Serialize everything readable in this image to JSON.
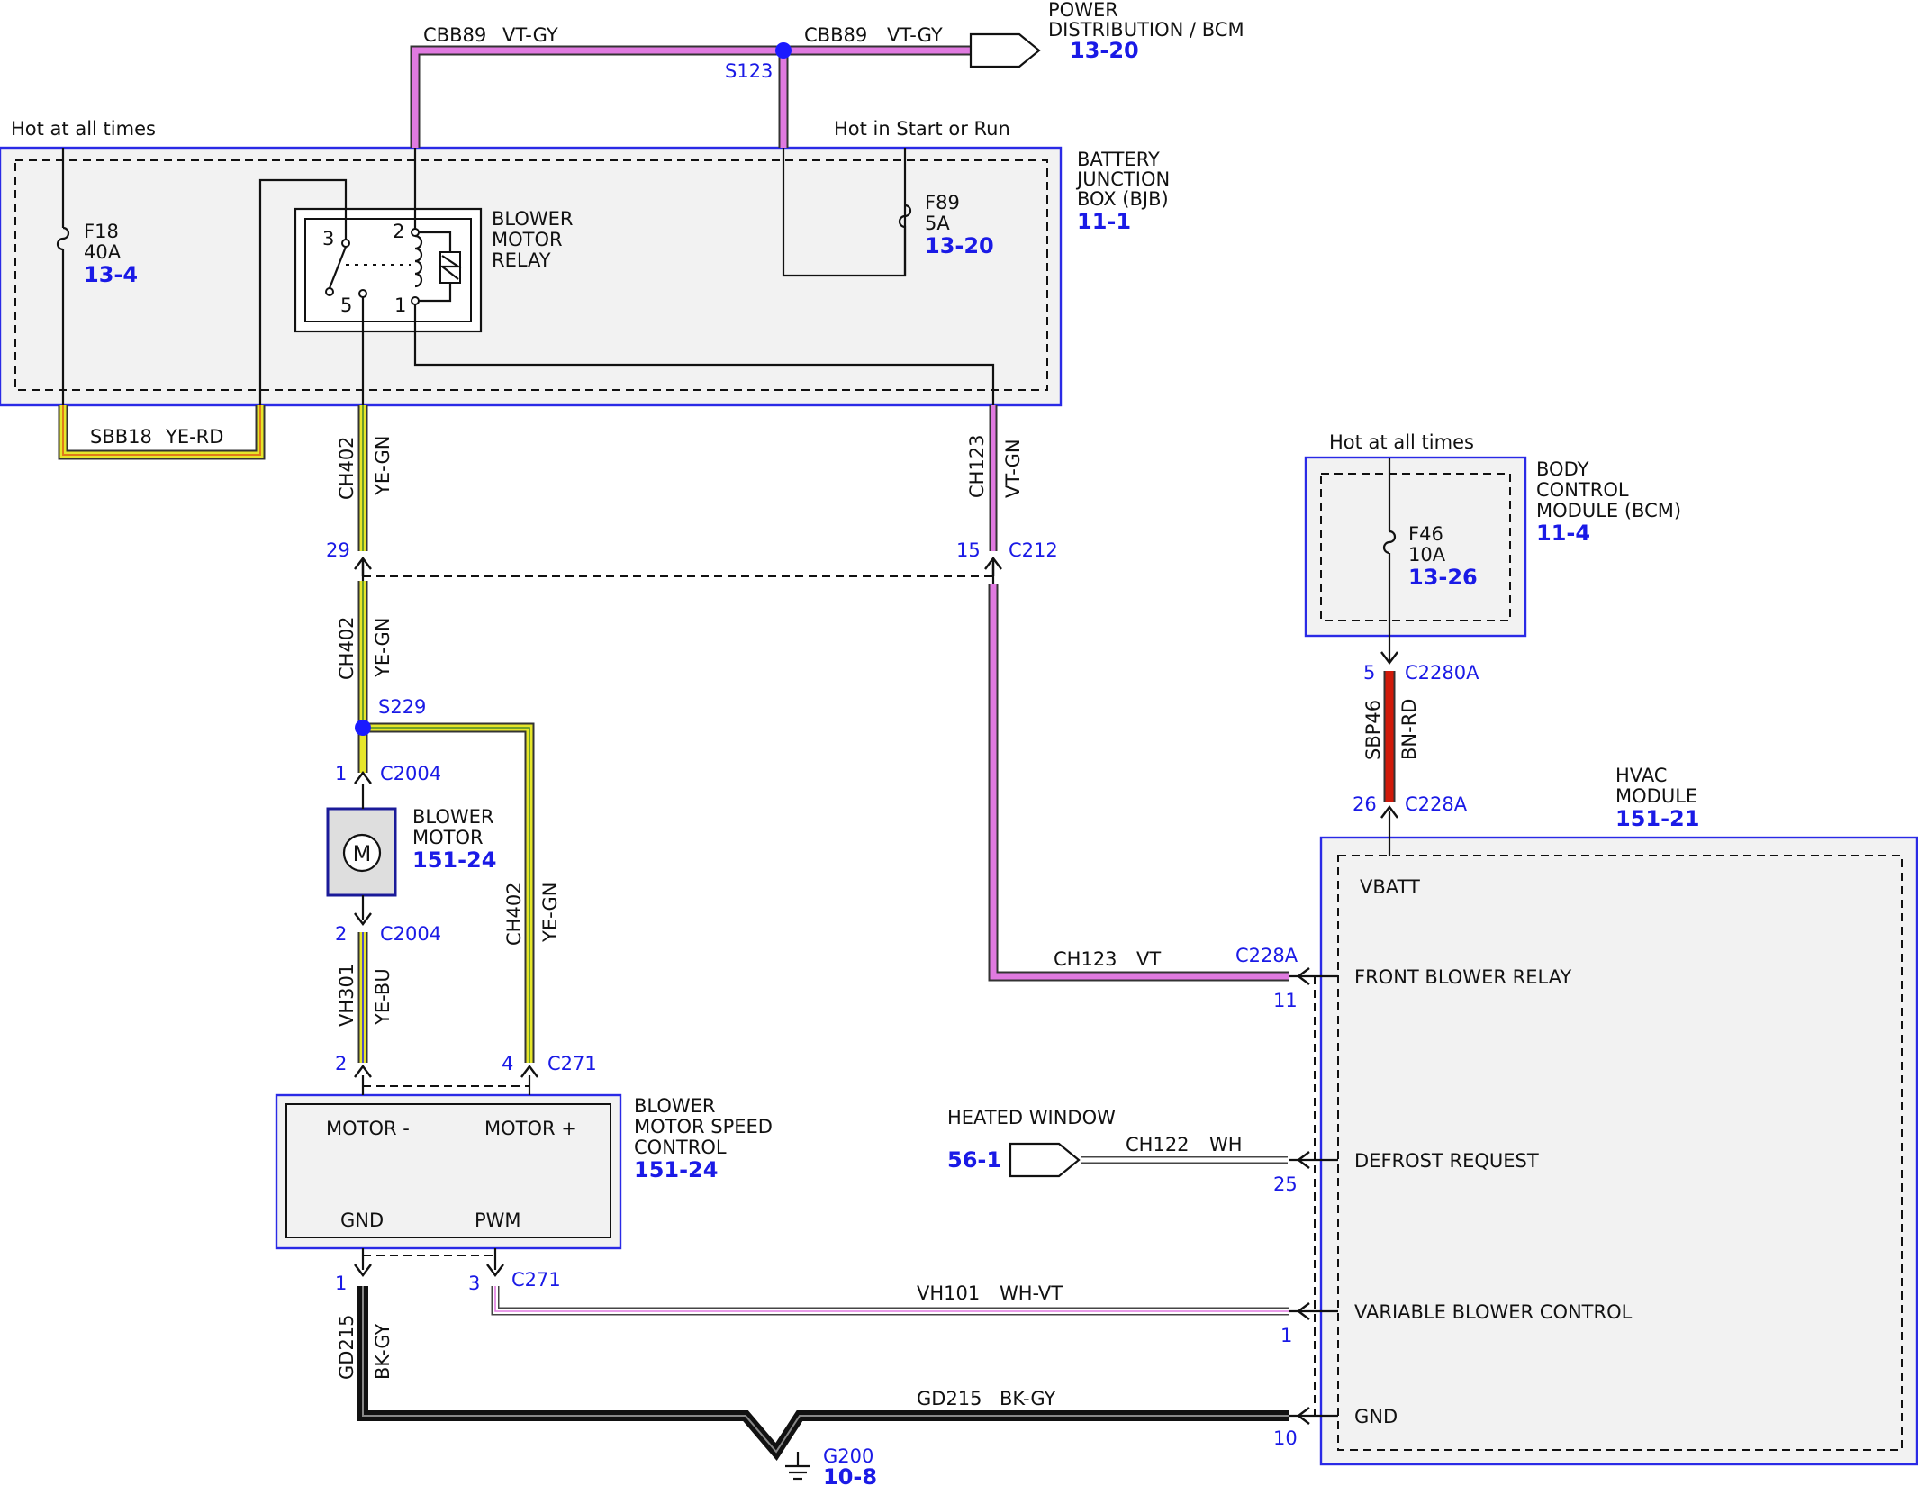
{
  "colors": {
    "box_border": "#2a2ae6",
    "box_fill": "#f2f2f2",
    "pin_text": "#1a1ae6",
    "splice_dot": "#1a1aff",
    "wire_vt": "#e07ae0",
    "wire_ye": "#e6e62a",
    "wire_rd": "#d01a0a",
    "wire_bk": "#111111",
    "wire_wh": "#ffffff"
  },
  "top": {
    "wire_left": {
      "circuit": "CBB89",
      "color": "VT-GY"
    },
    "wire_right": {
      "circuit": "CBB89",
      "color": "VT-GY"
    },
    "splice": "S123",
    "destination": {
      "line1": "POWER",
      "line2": "DISTRIBUTION / BCM",
      "ref": "13-20"
    }
  },
  "bjb": {
    "hot_left": "Hot at all times",
    "hot_right": "Hot in Start or Run",
    "title": [
      "BATTERY",
      "JUNCTION",
      "BOX (BJB)"
    ],
    "ref": "11-1",
    "fuse_f18": {
      "name": "F18",
      "rating": "40A",
      "ref": "13-4"
    },
    "fuse_f89": {
      "name": "F89",
      "rating": "5A",
      "ref": "13-20"
    },
    "relay": {
      "title": [
        "BLOWER",
        "MOTOR",
        "RELAY"
      ],
      "pins": {
        "p3": "3",
        "p2": "2",
        "p5": "5",
        "p1": "1"
      }
    }
  },
  "wires": {
    "sbb18": {
      "circuit": "SBB18",
      "color": "YE-RD"
    },
    "ch402_a": {
      "circuit": "CH402",
      "color": "YE-GN"
    },
    "ch402_b": {
      "circuit": "CH402",
      "color": "YE-GN"
    },
    "ch402_c": {
      "circuit": "CH402",
      "color": "YE-GN"
    },
    "ch123_v": {
      "circuit": "CH123",
      "color": "VT-GN"
    },
    "ch123_h": {
      "circuit": "CH123",
      "color": "VT"
    },
    "vh301": {
      "circuit": "VH301",
      "color": "YE-BU"
    },
    "sbp46": {
      "circuit": "SBP46",
      "color": "BN-RD"
    },
    "ch122": {
      "circuit": "CH122",
      "color": "WH"
    },
    "vh101": {
      "circuit": "VH101",
      "color": "WH-VT"
    },
    "gd215_v": {
      "circuit": "GD215",
      "color": "BK-GY"
    },
    "gd215_h": {
      "circuit": "GD215",
      "color": "BK-GY"
    }
  },
  "connectors": {
    "c212": {
      "pin_left": "29",
      "pin_right": "15",
      "name": "C212"
    },
    "s229": "S229",
    "c2004_top": {
      "pin": "1",
      "name": "C2004"
    },
    "c2004_bot": {
      "pin": "2",
      "name": "C2004"
    },
    "c271_top": {
      "pin_left": "2",
      "pin_right": "4",
      "name": "C271"
    },
    "c271_bot": {
      "pin_left": "1",
      "pin_right": "3",
      "name": "C271"
    },
    "c2280a": {
      "pin": "5",
      "name": "C2280A"
    },
    "c228a_top": {
      "pin": "26",
      "name": "C228A"
    },
    "c228a_right": {
      "name": "C228A",
      "pin": "11"
    },
    "pin_25": "25",
    "pin_1": "1",
    "pin_10": "10"
  },
  "blower_motor": {
    "title": [
      "BLOWER",
      "MOTOR"
    ],
    "ref": "151-24",
    "symbol": "M"
  },
  "bmsc": {
    "title": [
      "BLOWER",
      "MOTOR SPEED",
      "CONTROL"
    ],
    "ref": "151-24",
    "motor_minus": "MOTOR -",
    "motor_plus": "MOTOR +",
    "gnd": "GND",
    "pwm": "PWM"
  },
  "bcm": {
    "hot": "Hot at all times",
    "title": [
      "BODY",
      "CONTROL",
      "MODULE (BCM)"
    ],
    "ref": "11-4",
    "fuse": {
      "name": "F46",
      "rating": "10A",
      "ref": "13-26"
    }
  },
  "hvac": {
    "title": [
      "HVAC",
      "MODULE"
    ],
    "ref": "151-21",
    "vbatt": "VBATT",
    "front_blower_relay": "FRONT BLOWER RELAY",
    "defrost_request": "DEFROST REQUEST",
    "variable_blower_control": "VARIABLE BLOWER CONTROL",
    "gnd": "GND"
  },
  "heated_window": {
    "label": "HEATED WINDOW",
    "ref": "56-1"
  },
  "ground": {
    "name": "G200",
    "ref": "10-8"
  }
}
